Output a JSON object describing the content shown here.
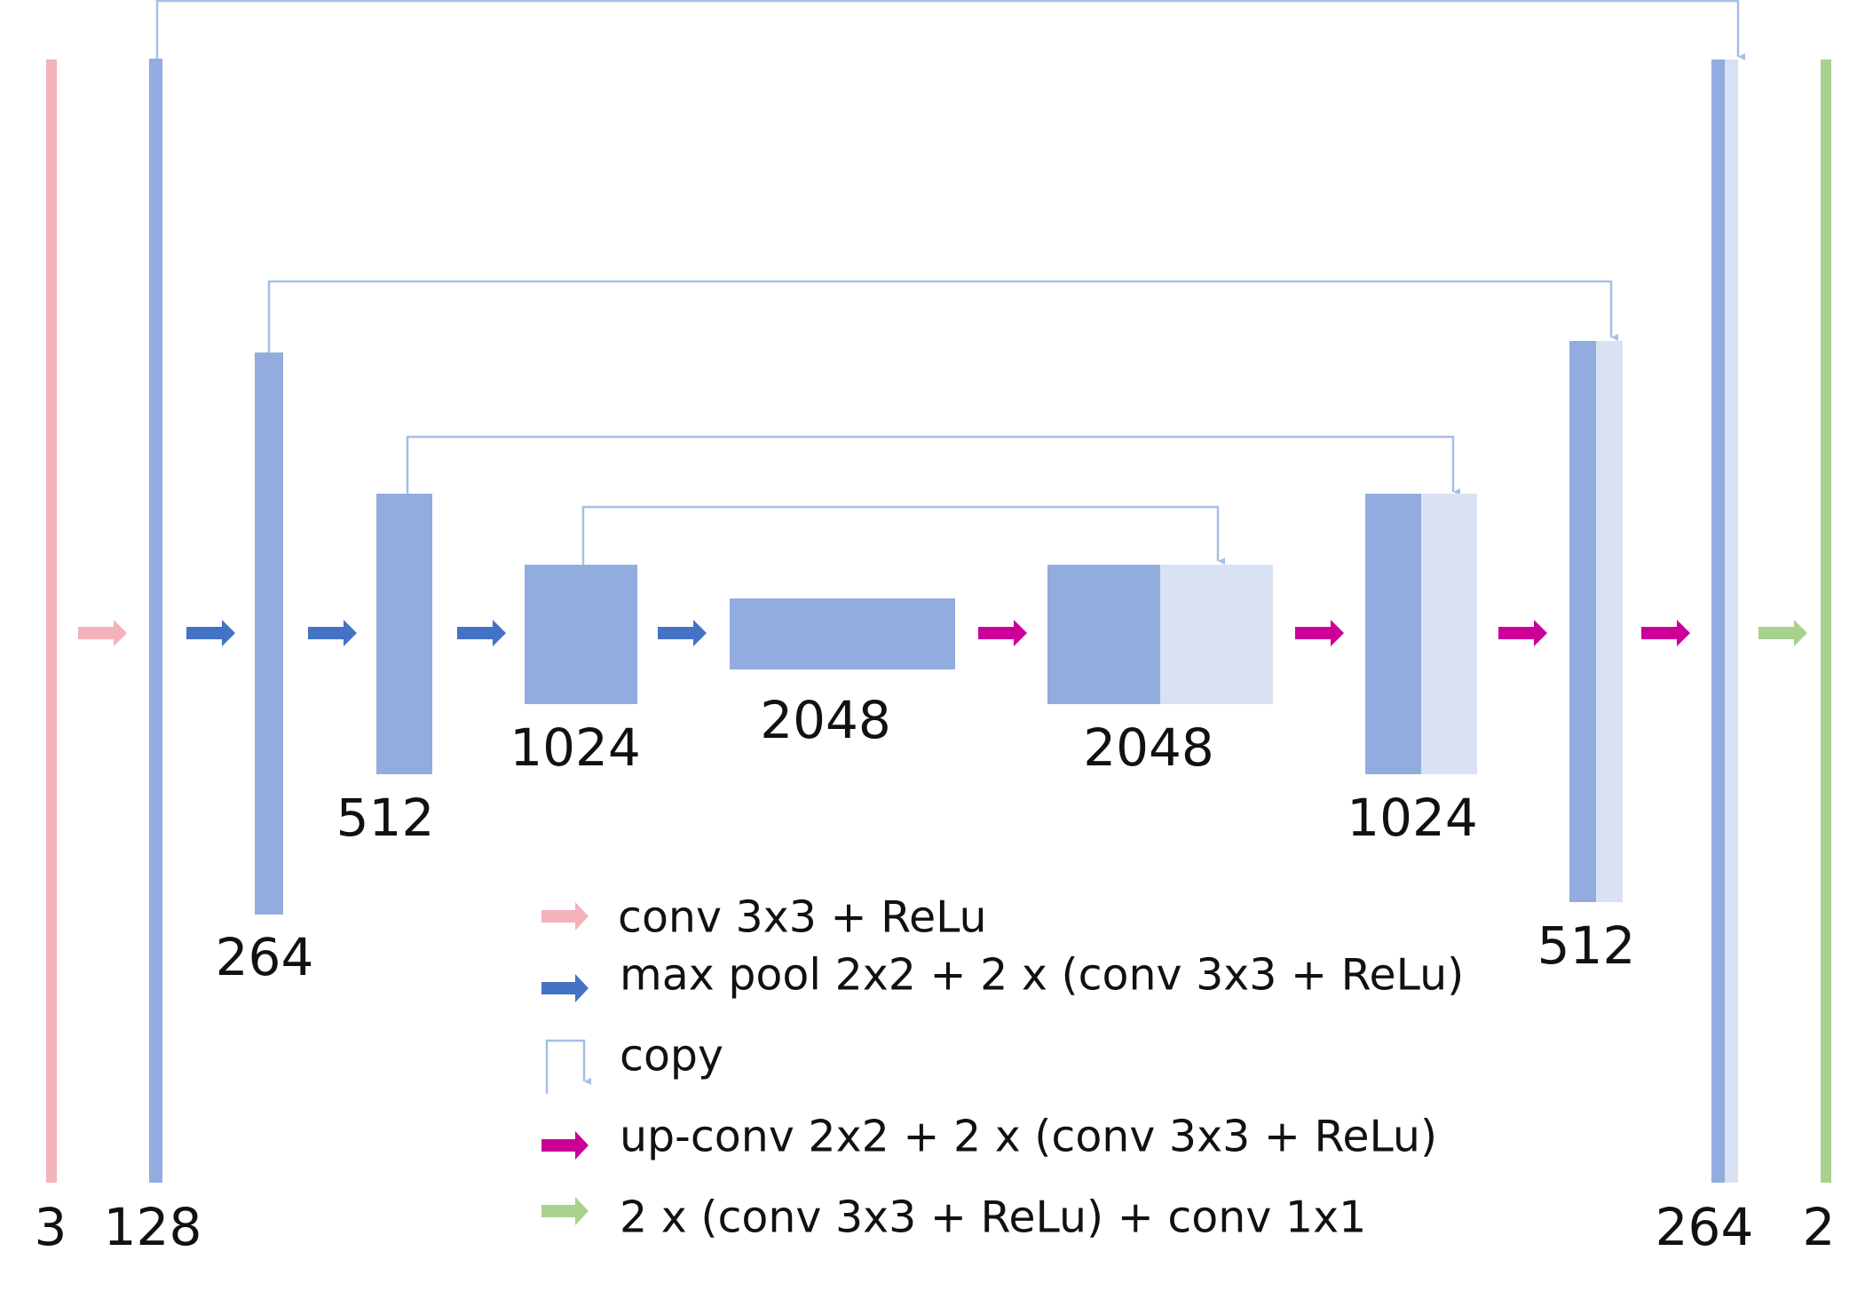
{
  "colors": {
    "input_layer": "#f4b2bb",
    "feature_map": "#92acdf",
    "copied_map": "#d9e2f3",
    "output_layer": "#a9d18e",
    "copy_line": "#a4bfe6",
    "conv": "#f4b2bb",
    "maxpool": "#4472c4",
    "upconv": "#cc0099",
    "final": "#a9d18e"
  },
  "labels": {
    "input": "3",
    "enc1": "128",
    "enc2": "264",
    "enc3": "512",
    "enc4": "1024",
    "bottleneck": "2048",
    "dec4": "2048",
    "dec3": "1024",
    "dec2": "512",
    "dec1": "264",
    "output": "2"
  },
  "legend": {
    "conv": "conv 3x3 + ReLu",
    "maxpool": "max pool 2x2 + 2 x (conv 3x3 + ReLu)",
    "copy": "copy",
    "upconv": "up-conv 2x2 + 2 x (conv 3x3 + ReLu)",
    "final": "2 x (conv 3x3 + ReLu) + conv 1x1"
  },
  "icons": {
    "flow_arrow": "right-arrow-icon",
    "copy_arrow": "bent-down-arrow-icon"
  }
}
